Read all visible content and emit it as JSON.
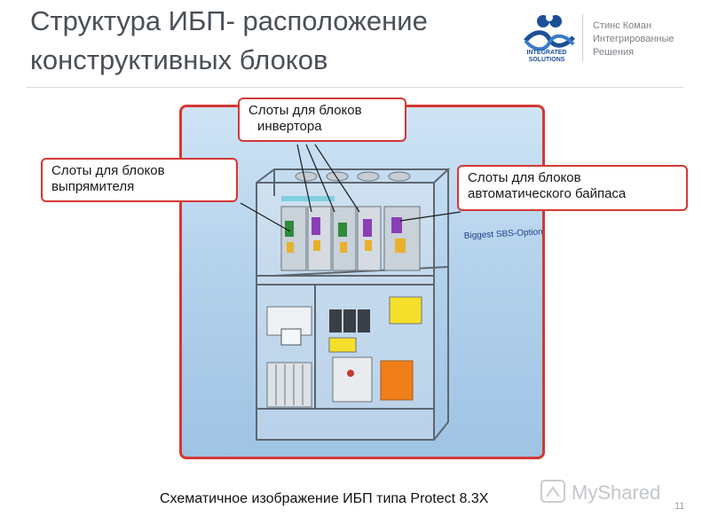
{
  "slide": {
    "title": "Структура ИБП- расположение конструктивных блоков",
    "page_number": "11"
  },
  "logo": {
    "line1": "INTEGRATED",
    "line2": "SOLUTIONS"
  },
  "company": {
    "line1": "Стинс Коман",
    "line2": "Интегрированные",
    "line3": "Решения"
  },
  "callouts": {
    "inverter": {
      "line1": "Слоты для блоков",
      "line2": "инвертора"
    },
    "rectifier": {
      "line1": "Слоты для блоков",
      "line2": "выпрямителя"
    },
    "bypass": {
      "line1": "Слоты для блоков",
      "line2": "автоматического байпаса"
    }
  },
  "figure": {
    "label": "Biggest SBS-Option"
  },
  "caption": "Схематичное изображение ИБП типа Protect 8.3X",
  "watermark": "MyShared"
}
